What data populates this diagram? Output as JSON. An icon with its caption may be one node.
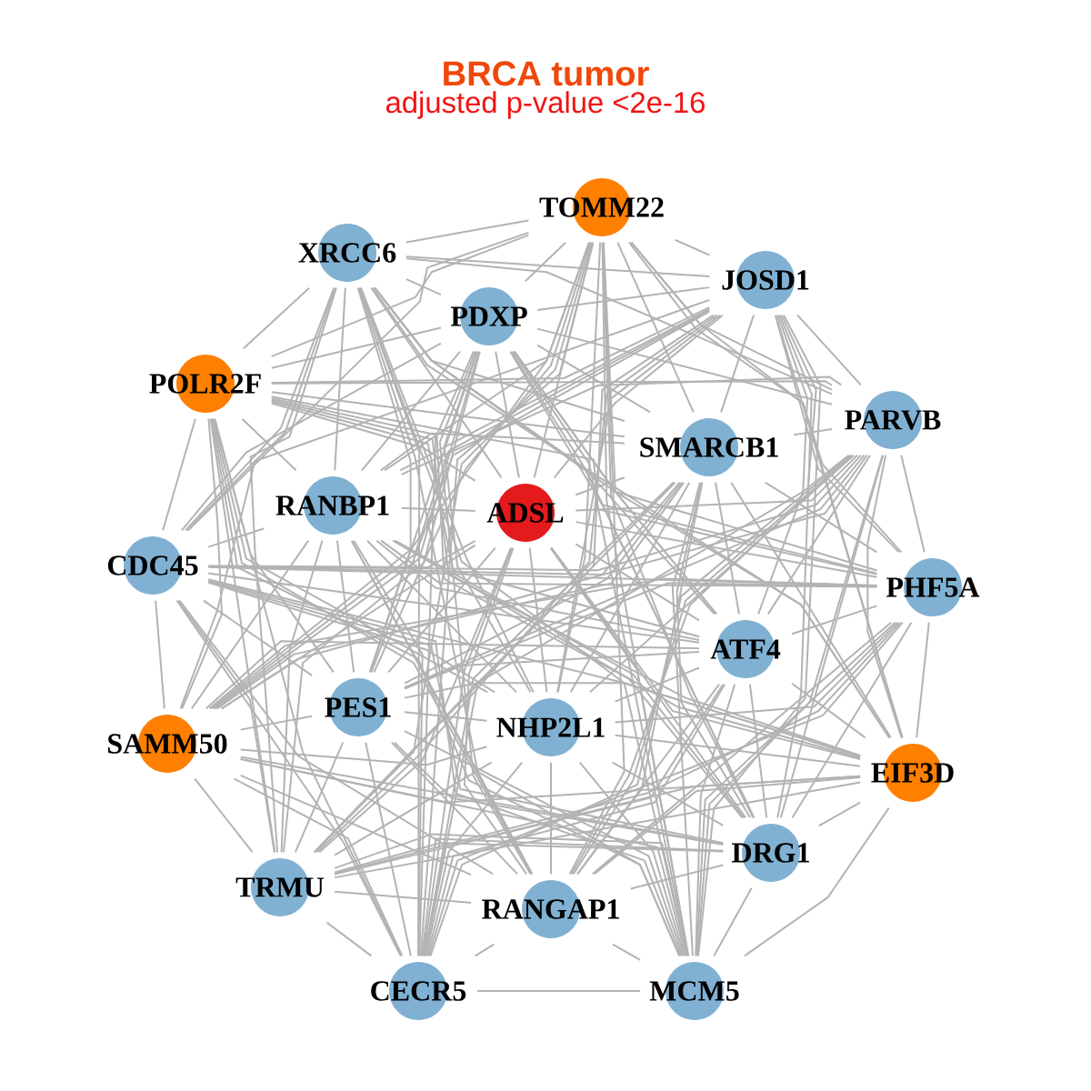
{
  "diagram": {
    "title": "BRCA tumor",
    "labels": [
      "adjusted p-value <2e-16"
    ],
    "nodes": [
      {
        "text": [
          "TOMM22"
        ]
      },
      {
        "text": [
          "XRCC6"
        ]
      },
      {
        "text": [
          "JOSD1"
        ]
      },
      {
        "text": [
          "PDXP"
        ]
      },
      {
        "text": [
          "POLR2F"
        ]
      },
      {
        "text": [
          "PARVB"
        ]
      },
      {
        "text": [
          "SMARCB1"
        ]
      },
      {
        "text": [
          "RANBP1"
        ]
      },
      {
        "text": [
          "ADSL"
        ]
      },
      {
        "text": [
          "CDC45"
        ]
      },
      {
        "text": [
          "PHF5A"
        ]
      },
      {
        "text": [
          "ATF4"
        ]
      },
      {
        "text": [
          "PES1"
        ]
      },
      {
        "text": [
          "NHP2L1"
        ]
      },
      {
        "text": [
          "SAMM50"
        ]
      },
      {
        "text": [
          "EIF3D"
        ]
      },
      {
        "text": [
          "DRG1"
        ]
      },
      {
        "text": [
          "TRMU"
        ]
      },
      {
        "text": [
          "RANGAP1"
        ]
      },
      {
        "text": [
          "CECR5"
        ]
      },
      {
        "text": [
          "MCM5"
        ]
      }
    ],
    "edges": [
      {
        "from": 0,
        "to": 1,
        "arrow": "none"
      },
      {
        "from": 0,
        "to": 2,
        "arrow": "none"
      },
      {
        "from": 0,
        "to": 3,
        "arrow": "none"
      },
      {
        "from": 0,
        "to": 4,
        "arrow": "none"
      },
      {
        "from": 0,
        "to": 5,
        "arrow": "none"
      },
      {
        "from": 0,
        "to": 6,
        "arrow": "none"
      },
      {
        "from": 0,
        "to": 7,
        "arrow": "none"
      },
      {
        "from": 0,
        "to": 8,
        "arrow": "none"
      },
      {
        "from": 0,
        "to": 9,
        "arrow": "none"
      },
      {
        "from": 0,
        "to": 10,
        "arrow": "none"
      },
      {
        "from": 0,
        "to": 11,
        "arrow": "none"
      },
      {
        "from": 0,
        "to": 12,
        "arrow": "none"
      },
      {
        "from": 0,
        "to": 13,
        "arrow": "none"
      },
      {
        "from": 0,
        "to": 14,
        "arrow": "none"
      },
      {
        "from": 0,
        "to": 15,
        "arrow": "none"
      },
      {
        "from": 0,
        "to": 16,
        "arrow": "none"
      },
      {
        "from": 0,
        "to": 17,
        "arrow": "none"
      },
      {
        "from": 0,
        "to": 18,
        "arrow": "none"
      },
      {
        "from": 0,
        "to": 19,
        "arrow": "none"
      },
      {
        "from": 0,
        "to": 20,
        "arrow": "none"
      },
      {
        "from": 1,
        "to": 2,
        "arrow": "none"
      },
      {
        "from": 1,
        "to": 3,
        "arrow": "none"
      },
      {
        "from": 1,
        "to": 4,
        "arrow": "none"
      },
      {
        "from": 1,
        "to": 5,
        "arrow": "none"
      },
      {
        "from": 1,
        "to": 6,
        "arrow": "none"
      },
      {
        "from": 1,
        "to": 7,
        "arrow": "none"
      },
      {
        "from": 1,
        "to": 8,
        "arrow": "none"
      },
      {
        "from": 1,
        "to": 9,
        "arrow": "none"
      },
      {
        "from": 1,
        "to": 10,
        "arrow": "none"
      },
      {
        "from": 1,
        "to": 11,
        "arrow": "none"
      },
      {
        "from": 1,
        "to": 12,
        "arrow": "none"
      },
      {
        "from": 1,
        "to": 13,
        "arrow": "none"
      },
      {
        "from": 1,
        "to": 14,
        "arrow": "none"
      },
      {
        "from": 1,
        "to": 15,
        "arrow": "none"
      },
      {
        "from": 1,
        "to": 16,
        "arrow": "none"
      },
      {
        "from": 1,
        "to": 17,
        "arrow": "none"
      },
      {
        "from": 1,
        "to": 18,
        "arrow": "none"
      },
      {
        "from": 1,
        "to": 19,
        "arrow": "none"
      },
      {
        "from": 1,
        "to": 20,
        "arrow": "none"
      },
      {
        "from": 2,
        "to": 3,
        "arrow": "none"
      },
      {
        "from": 2,
        "to": 4,
        "arrow": "none"
      },
      {
        "from": 2,
        "to": 5,
        "arrow": "none"
      },
      {
        "from": 2,
        "to": 6,
        "arrow": "none"
      },
      {
        "from": 2,
        "to": 7,
        "arrow": "none"
      },
      {
        "from": 2,
        "to": 8,
        "arrow": "none"
      },
      {
        "from": 2,
        "to": 9,
        "arrow": "none"
      },
      {
        "from": 2,
        "to": 10,
        "arrow": "none"
      },
      {
        "from": 2,
        "to": 11,
        "arrow": "none"
      },
      {
        "from": 2,
        "to": 12,
        "arrow": "none"
      },
      {
        "from": 2,
        "to": 13,
        "arrow": "none"
      },
      {
        "from": 2,
        "to": 14,
        "arrow": "none"
      },
      {
        "from": 2,
        "to": 15,
        "arrow": "none"
      },
      {
        "from": 2,
        "to": 16,
        "arrow": "none"
      },
      {
        "from": 2,
        "to": 17,
        "arrow": "none"
      },
      {
        "from": 2,
        "to": 18,
        "arrow": "none"
      },
      {
        "from": 2,
        "to": 19,
        "arrow": "none"
      },
      {
        "from": 2,
        "to": 20,
        "arrow": "none"
      },
      {
        "from": 3,
        "to": 4,
        "arrow": "none"
      },
      {
        "from": 3,
        "to": 5,
        "arrow": "none"
      },
      {
        "from": 3,
        "to": 6,
        "arrow": "none"
      },
      {
        "from": 3,
        "to": 7,
        "arrow": "none"
      },
      {
        "from": 3,
        "to": 8,
        "arrow": "none"
      },
      {
        "from": 3,
        "to": 9,
        "arrow": "none"
      },
      {
        "from": 3,
        "to": 10,
        "arrow": "none"
      },
      {
        "from": 3,
        "to": 11,
        "arrow": "none"
      },
      {
        "from": 3,
        "to": 12,
        "arrow": "none"
      },
      {
        "from": 3,
        "to": 13,
        "arrow": "none"
      },
      {
        "from": 3,
        "to": 14,
        "arrow": "none"
      },
      {
        "from": 3,
        "to": 15,
        "arrow": "none"
      },
      {
        "from": 3,
        "to": 16,
        "arrow": "none"
      },
      {
        "from": 3,
        "to": 17,
        "arrow": "none"
      },
      {
        "from": 3,
        "to": 18,
        "arrow": "none"
      },
      {
        "from": 3,
        "to": 19,
        "arrow": "none"
      },
      {
        "from": 3,
        "to": 20,
        "arrow": "none"
      },
      {
        "from": 4,
        "to": 5,
        "arrow": "none"
      },
      {
        "from": 4,
        "to": 6,
        "arrow": "none"
      },
      {
        "from": 4,
        "to": 7,
        "arrow": "none"
      },
      {
        "from": 4,
        "to": 8,
        "arrow": "none"
      },
      {
        "from": 4,
        "to": 9,
        "arrow": "none"
      },
      {
        "from": 4,
        "to": 10,
        "arrow": "none"
      },
      {
        "from": 4,
        "to": 11,
        "arrow": "none"
      },
      {
        "from": 4,
        "to": 12,
        "arrow": "none"
      },
      {
        "from": 4,
        "to": 13,
        "arrow": "none"
      },
      {
        "from": 4,
        "to": 14,
        "arrow": "none"
      },
      {
        "from": 4,
        "to": 15,
        "arrow": "none"
      },
      {
        "from": 4,
        "to": 16,
        "arrow": "none"
      },
      {
        "from": 4,
        "to": 17,
        "arrow": "none"
      },
      {
        "from": 4,
        "to": 18,
        "arrow": "none"
      },
      {
        "from": 4,
        "to": 19,
        "arrow": "none"
      },
      {
        "from": 4,
        "to": 20,
        "arrow": "none"
      },
      {
        "from": 5,
        "to": 6,
        "arrow": "none"
      },
      {
        "from": 5,
        "to": 7,
        "arrow": "none"
      },
      {
        "from": 5,
        "to": 8,
        "arrow": "none"
      },
      {
        "from": 5,
        "to": 9,
        "arrow": "none"
      },
      {
        "from": 5,
        "to": 10,
        "arrow": "none"
      },
      {
        "from": 5,
        "to": 11,
        "arrow": "none"
      },
      {
        "from": 5,
        "to": 12,
        "arrow": "none"
      },
      {
        "from": 5,
        "to": 13,
        "arrow": "none"
      },
      {
        "from": 5,
        "to": 14,
        "arrow": "none"
      },
      {
        "from": 5,
        "to": 15,
        "arrow": "none"
      },
      {
        "from": 5,
        "to": 16,
        "arrow": "none"
      },
      {
        "from": 5,
        "to": 17,
        "arrow": "none"
      },
      {
        "from": 5,
        "to": 18,
        "arrow": "none"
      },
      {
        "from": 5,
        "to": 19,
        "arrow": "none"
      },
      {
        "from": 5,
        "to": 20,
        "arrow": "none"
      },
      {
        "from": 6,
        "to": 7,
        "arrow": "none"
      },
      {
        "from": 6,
        "to": 8,
        "arrow": "none"
      },
      {
        "from": 6,
        "to": 9,
        "arrow": "none"
      },
      {
        "from": 6,
        "to": 10,
        "arrow": "none"
      },
      {
        "from": 6,
        "to": 11,
        "arrow": "none"
      },
      {
        "from": 6,
        "to": 12,
        "arrow": "none"
      },
      {
        "from": 6,
        "to": 13,
        "arrow": "none"
      },
      {
        "from": 6,
        "to": 14,
        "arrow": "none"
      },
      {
        "from": 6,
        "to": 15,
        "arrow": "none"
      },
      {
        "from": 6,
        "to": 16,
        "arrow": "none"
      },
      {
        "from": 6,
        "to": 17,
        "arrow": "none"
      },
      {
        "from": 6,
        "to": 18,
        "arrow": "none"
      },
      {
        "from": 6,
        "to": 19,
        "arrow": "none"
      },
      {
        "from": 6,
        "to": 20,
        "arrow": "none"
      },
      {
        "from": 7,
        "to": 8,
        "arrow": "none"
      },
      {
        "from": 7,
        "to": 9,
        "arrow": "none"
      },
      {
        "from": 7,
        "to": 10,
        "arrow": "none"
      },
      {
        "from": 7,
        "to": 11,
        "arrow": "none"
      },
      {
        "from": 7,
        "to": 12,
        "arrow": "none"
      },
      {
        "from": 7,
        "to": 13,
        "arrow": "none"
      },
      {
        "from": 7,
        "to": 14,
        "arrow": "none"
      },
      {
        "from": 7,
        "to": 15,
        "arrow": "none"
      },
      {
        "from": 7,
        "to": 16,
        "arrow": "none"
      },
      {
        "from": 7,
        "to": 17,
        "arrow": "none"
      },
      {
        "from": 7,
        "to": 18,
        "arrow": "none"
      },
      {
        "from": 7,
        "to": 19,
        "arrow": "none"
      },
      {
        "from": 7,
        "to": 20,
        "arrow": "none"
      },
      {
        "from": 8,
        "to": 9,
        "arrow": "none"
      },
      {
        "from": 8,
        "to": 10,
        "arrow": "none"
      },
      {
        "from": 8,
        "to": 11,
        "arrow": "none"
      },
      {
        "from": 8,
        "to": 12,
        "arrow": "none"
      },
      {
        "from": 8,
        "to": 13,
        "arrow": "none"
      },
      {
        "from": 8,
        "to": 14,
        "arrow": "none"
      },
      {
        "from": 8,
        "to": 15,
        "arrow": "none"
      },
      {
        "from": 8,
        "to": 16,
        "arrow": "none"
      },
      {
        "from": 8,
        "to": 17,
        "arrow": "none"
      },
      {
        "from": 8,
        "to": 18,
        "arrow": "none"
      },
      {
        "from": 8,
        "to": 19,
        "arrow": "none"
      },
      {
        "from": 8,
        "to": 20,
        "arrow": "none"
      },
      {
        "from": 9,
        "to": 10,
        "arrow": "none"
      },
      {
        "from": 9,
        "to": 11,
        "arrow": "none"
      },
      {
        "from": 9,
        "to": 12,
        "arrow": "none"
      },
      {
        "from": 9,
        "to": 13,
        "arrow": "none"
      },
      {
        "from": 9,
        "to": 14,
        "arrow": "none"
      },
      {
        "from": 9,
        "to": 15,
        "arrow": "none"
      },
      {
        "from": 9,
        "to": 16,
        "arrow": "none"
      },
      {
        "from": 9,
        "to": 17,
        "arrow": "none"
      },
      {
        "from": 9,
        "to": 18,
        "arrow": "none"
      },
      {
        "from": 9,
        "to": 19,
        "arrow": "none"
      },
      {
        "from": 9,
        "to": 20,
        "arrow": "none"
      },
      {
        "from": 10,
        "to": 11,
        "arrow": "none"
      },
      {
        "from": 10,
        "to": 12,
        "arrow": "none"
      },
      {
        "from": 10,
        "to": 13,
        "arrow": "none"
      },
      {
        "from": 10,
        "to": 14,
        "arrow": "none"
      },
      {
        "from": 10,
        "to": 15,
        "arrow": "none"
      },
      {
        "from": 10,
        "to": 16,
        "arrow": "none"
      },
      {
        "from": 10,
        "to": 17,
        "arrow": "none"
      },
      {
        "from": 10,
        "to": 18,
        "arrow": "none"
      },
      {
        "from": 10,
        "to": 19,
        "arrow": "none"
      },
      {
        "from": 10,
        "to": 20,
        "arrow": "none"
      },
      {
        "from": 11,
        "to": 12,
        "arrow": "none"
      },
      {
        "from": 11,
        "to": 13,
        "arrow": "none"
      },
      {
        "from": 11,
        "to": 14,
        "arrow": "none"
      },
      {
        "from": 11,
        "to": 15,
        "arrow": "none"
      },
      {
        "from": 11,
        "to": 16,
        "arrow": "none"
      },
      {
        "from": 11,
        "to": 17,
        "arrow": "none"
      },
      {
        "from": 11,
        "to": 18,
        "arrow": "none"
      },
      {
        "from": 11,
        "to": 19,
        "arrow": "none"
      },
      {
        "from": 11,
        "to": 20,
        "arrow": "none"
      },
      {
        "from": 12,
        "to": 13,
        "arrow": "none"
      },
      {
        "from": 12,
        "to": 14,
        "arrow": "none"
      },
      {
        "from": 12,
        "to": 15,
        "arrow": "none"
      },
      {
        "from": 12,
        "to": 16,
        "arrow": "none"
      },
      {
        "from": 12,
        "to": 17,
        "arrow": "none"
      },
      {
        "from": 12,
        "to": 18,
        "arrow": "none"
      },
      {
        "from": 12,
        "to": 19,
        "arrow": "none"
      },
      {
        "from": 12,
        "to": 20,
        "arrow": "none"
      },
      {
        "from": 13,
        "to": 14,
        "arrow": "none"
      },
      {
        "from": 13,
        "to": 15,
        "arrow": "none"
      },
      {
        "from": 13,
        "to": 16,
        "arrow": "none"
      },
      {
        "from": 13,
        "to": 17,
        "arrow": "none"
      },
      {
        "from": 13,
        "to": 18,
        "arrow": "none"
      },
      {
        "from": 13,
        "to": 19,
        "arrow": "none"
      },
      {
        "from": 13,
        "to": 20,
        "arrow": "none"
      },
      {
        "from": 14,
        "to": 15,
        "arrow": "none"
      },
      {
        "from": 14,
        "to": 16,
        "arrow": "none"
      },
      {
        "from": 14,
        "to": 17,
        "arrow": "none"
      },
      {
        "from": 14,
        "to": 18,
        "arrow": "none"
      },
      {
        "from": 14,
        "to": 19,
        "arrow": "none"
      },
      {
        "from": 14,
        "to": 20,
        "arrow": "none"
      },
      {
        "from": 15,
        "to": 16,
        "arrow": "none"
      },
      {
        "from": 15,
        "to": 17,
        "arrow": "none"
      },
      {
        "from": 15,
        "to": 18,
        "arrow": "none"
      },
      {
        "from": 15,
        "to": 19,
        "arrow": "none"
      },
      {
        "from": 15,
        "to": 20,
        "arrow": "none"
      },
      {
        "from": 16,
        "to": 17,
        "arrow": "none"
      },
      {
        "from": 16,
        "to": 18,
        "arrow": "none"
      },
      {
        "from": 16,
        "to": 19,
        "arrow": "none"
      },
      {
        "from": 16,
        "to": 20,
        "arrow": "none"
      },
      {
        "from": 17,
        "to": 18,
        "arrow": "none"
      },
      {
        "from": 17,
        "to": 19,
        "arrow": "none"
      },
      {
        "from": 17,
        "to": 20,
        "arrow": "none"
      },
      {
        "from": 18,
        "to": 19,
        "arrow": "none"
      },
      {
        "from": 18,
        "to": 20,
        "arrow": "none"
      },
      {
        "from": 19,
        "to": 20,
        "arrow": "none"
      }
    ]
  }
}
